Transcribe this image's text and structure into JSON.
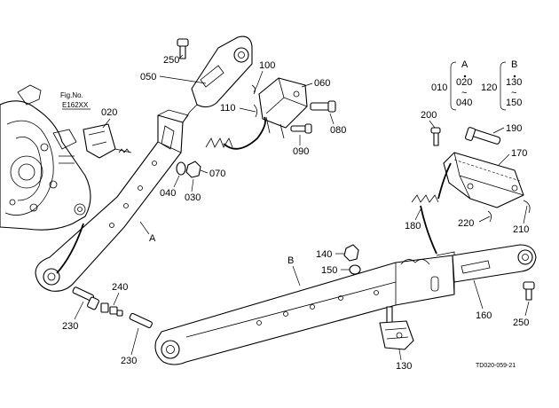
{
  "figure_ref": {
    "line1": "Fig.No.",
    "line2": "E162XX"
  },
  "drawing_code": "TD020-059-21",
  "parts": {
    "p250_top": "250",
    "p050": "050",
    "p100": "100",
    "p060": "060",
    "p110": "110",
    "p080": "080",
    "p090": "090",
    "p020": "020",
    "p070": "070",
    "p040": "040",
    "p030": "030",
    "p200": "200",
    "p190": "190",
    "p170": "170",
    "p180": "180",
    "p220": "220",
    "p210": "210",
    "p140": "140",
    "p150": "150",
    "p160": "160",
    "p250_bottom": "250",
    "p240": "240",
    "p230_upper": "230",
    "p230_lower": "230",
    "p130": "130"
  },
  "assembly_labels": {
    "arm_a": "A",
    "arm_b": "B"
  },
  "legend": {
    "group_a": {
      "code": "010",
      "header": "A",
      "top": "020",
      "tilde": "~",
      "bottom": "040"
    },
    "group_b": {
      "code": "120",
      "header": "B",
      "top": "130",
      "tilde": "~",
      "bottom": "150"
    }
  }
}
